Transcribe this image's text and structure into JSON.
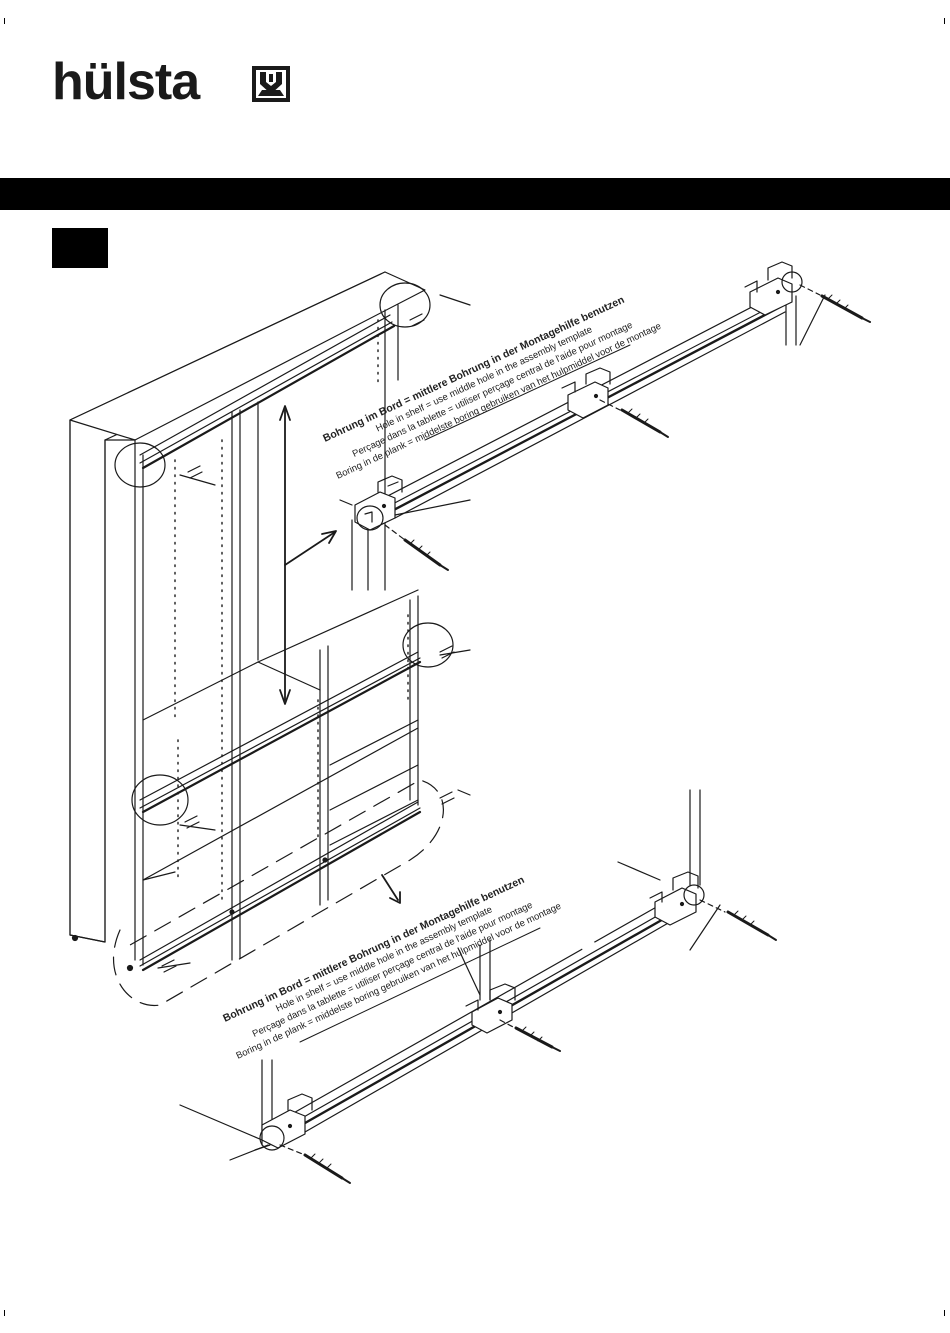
{
  "brand": {
    "name": "hülsta",
    "emblem_icon": "hulsta-crest-icon"
  },
  "step": {
    "number": ""
  },
  "notes": {
    "upper": {
      "de": "Bohrung im Bord = mittlere Bohrung in der Montagehilfe benutzen",
      "en": "Hole in shelf = use middle hole in the assembly template",
      "fr": "Perçage dans la tablette = utiliser perçage central de l'aide pour montage",
      "nl": "Boring in de plank = middelste boring gebruiken van het hulpmiddel voor de montage"
    },
    "lower": {
      "de": "Bohrung im Bord = mittlere Bohrung in der Montagehilfe benutzen",
      "en": "Hole in shelf = use middle hole in the assembly template",
      "fr": "Perçage dans la tablette = utiliser perçage central de l'aide pour montage",
      "nl": "Boring in de plank = middelste boring gebruiken van het hulpmiddel voor de montage"
    }
  },
  "colors": {
    "ink": "#1a1a1a",
    "band": "#000000",
    "paper": "#ffffff"
  }
}
